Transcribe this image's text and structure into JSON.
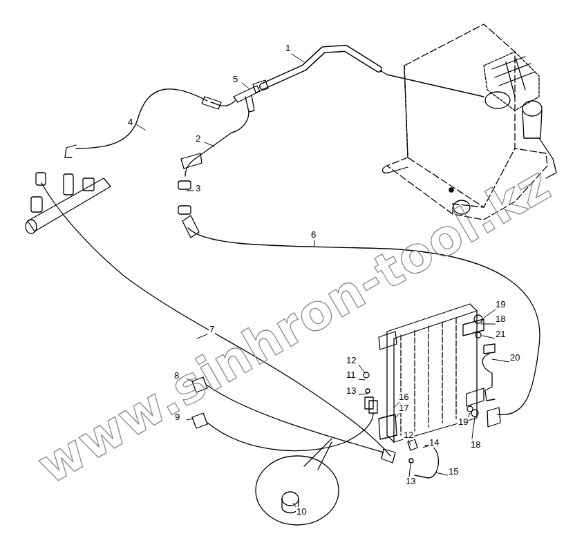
{
  "diagram": {
    "labels": [
      "1",
      "5",
      "4",
      "2",
      "3",
      "6",
      "7",
      "19",
      "18",
      "21",
      "20",
      "12",
      "11",
      "13",
      "16",
      "17",
      "8",
      "9",
      "19",
      "18",
      "12",
      "14",
      "13",
      "15",
      "10",
      "www.sinhron-tool.kz"
    ]
  }
}
